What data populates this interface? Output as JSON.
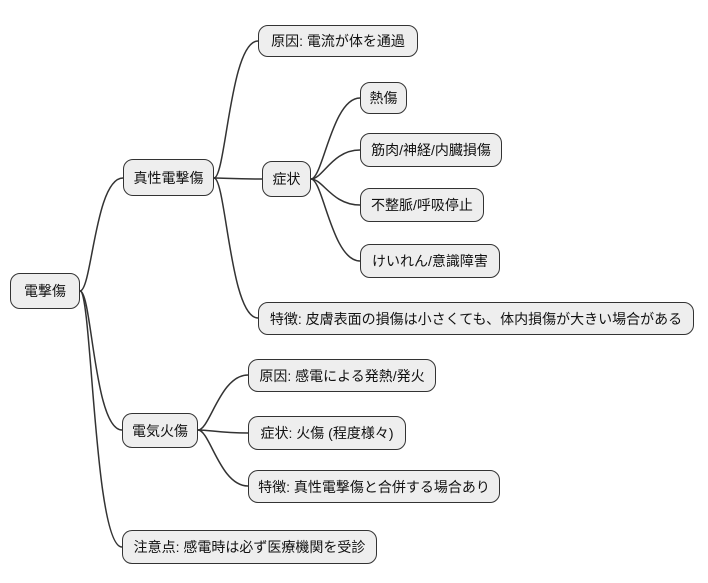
{
  "mindmap": {
    "root": {
      "label": "電撃傷"
    },
    "branches": [
      {
        "label": "真性電撃傷",
        "children": [
          {
            "label": "原因: 電流が体を通過"
          },
          {
            "label": "症状",
            "children": [
              {
                "label": "熱傷"
              },
              {
                "label": "筋肉/神経/内臓損傷"
              },
              {
                "label": "不整脈/呼吸停止"
              },
              {
                "label": "けいれん/意識障害"
              }
            ]
          },
          {
            "label": "特徴: 皮膚表面の損傷は小さくても、体内損傷が大きい場合がある"
          }
        ]
      },
      {
        "label": "電気火傷",
        "children": [
          {
            "label": "原因: 感電による発熱/発火"
          },
          {
            "label": "症状: 火傷 (程度様々)"
          },
          {
            "label": "特徴: 真性電撃傷と合併する場合あり"
          }
        ]
      },
      {
        "label": "注意点: 感電時は必ず医療機関を受診"
      }
    ]
  },
  "colors": {
    "background": "#ffffff",
    "node_fill": "#eeeeee",
    "node_border": "#333333",
    "connector": "#333333",
    "text": "#111111"
  }
}
